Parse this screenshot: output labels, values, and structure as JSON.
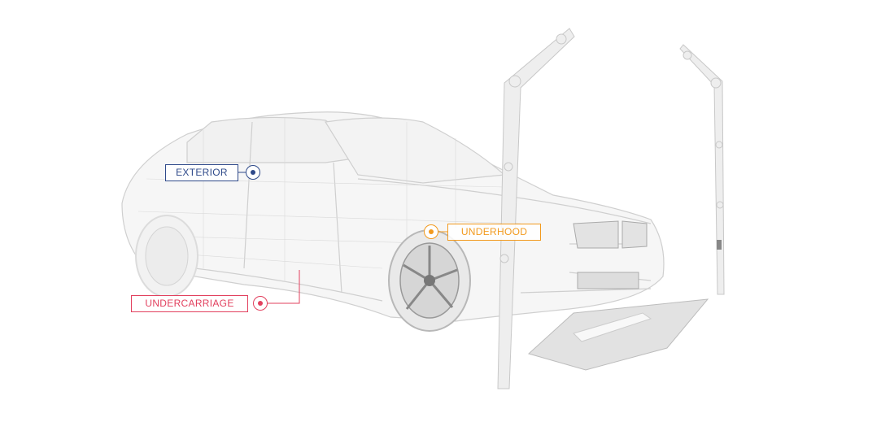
{
  "hotspots": {
    "exterior": {
      "label": "EXTERIOR",
      "color": "#2f4a8a"
    },
    "underhood": {
      "label": "UNDERHOOD",
      "color": "#f29a1e"
    },
    "undercarriage": {
      "label": "UNDERCARRIAGE",
      "color": "#e2405e"
    }
  }
}
